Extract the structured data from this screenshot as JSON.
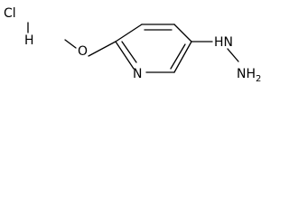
{
  "structure": {
    "salt": {
      "cl_label": "Cl",
      "h_label": "H"
    },
    "molecule": {
      "methoxy_o_label": "O",
      "ring_n_label": "N",
      "hydrazine_h_label": "H",
      "hydrazine_n1_label": "N",
      "hydrazine_n2_label": "N",
      "hydrazine_h2_label": "H",
      "hydrazine_sub_2": "2"
    }
  },
  "colors": {
    "ink": "#000000",
    "background": "#ffffff"
  }
}
